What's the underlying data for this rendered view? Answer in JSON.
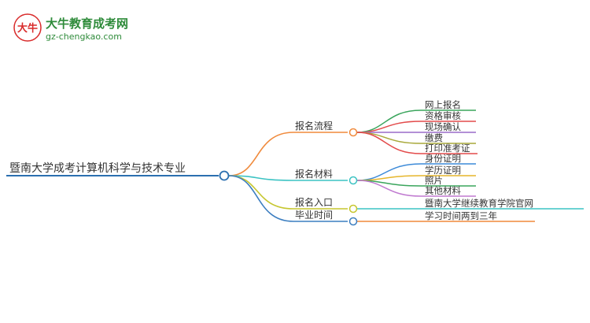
{
  "logo": {
    "brand_name": "大牛教育成考网",
    "url": "gz-chengkao.com",
    "mark_text": "大牛",
    "color": "#2e8b3a",
    "mark_color": "#d92b2b"
  },
  "root": {
    "label": "暨南大学成考计算机科学与技术专业",
    "color": "#2b6fb0"
  },
  "branches": [
    {
      "label": "报名流程",
      "color": "#f08a3c",
      "children": [
        {
          "label": "网上报名",
          "color": "#3aa55c"
        },
        {
          "label": "资格审核",
          "color": "#e34b4b"
        },
        {
          "label": "现场确认",
          "color": "#9a6bc9"
        },
        {
          "label": "缴费",
          "color": "#a8a83a"
        },
        {
          "label": "打印准考证",
          "color": "#e34b4b"
        }
      ]
    },
    {
      "label": "报名材料",
      "color": "#3cc3c3",
      "children": [
        {
          "label": "身份证明",
          "color": "#3c8ad8"
        },
        {
          "label": "学历证明",
          "color": "#e6b62c"
        },
        {
          "label": "照片",
          "color": "#3aa55c"
        },
        {
          "label": "其他材料",
          "color": "#c07ad0"
        }
      ]
    },
    {
      "label": "报名入口",
      "color": "#c6c62e",
      "children": [
        {
          "label": "暨南大学继续教育学院官网",
          "color": "#3cc3c3"
        }
      ]
    },
    {
      "label": "毕业时间",
      "color": "#3c7ec0",
      "children": [
        {
          "label": "学习时间两到三年",
          "color": "#f08a3c"
        }
      ]
    }
  ]
}
